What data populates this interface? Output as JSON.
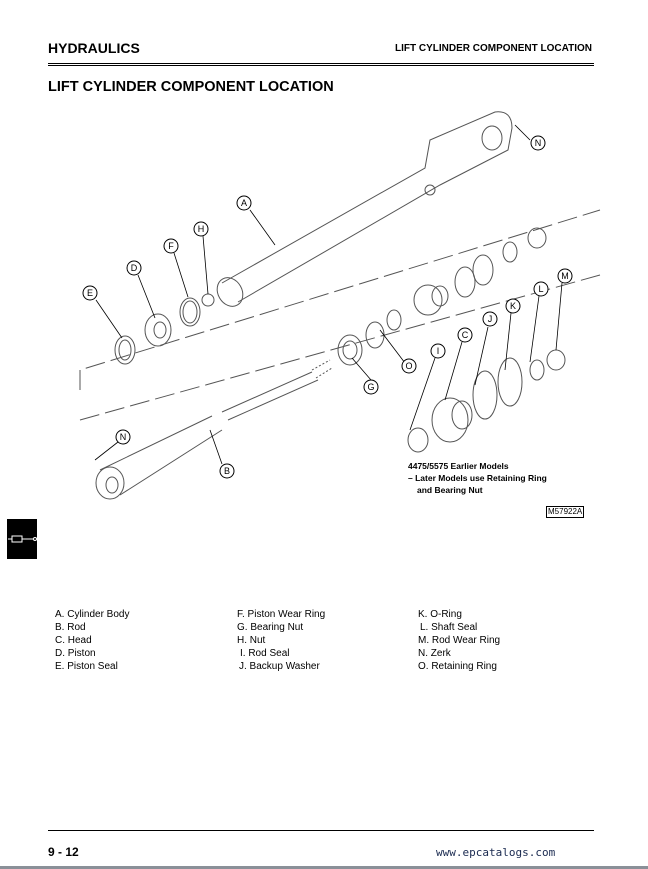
{
  "header": {
    "section": "HYDRAULICS",
    "topic": "LIFT CYLINDER COMPONENT LOCATION"
  },
  "page_title": "LIFT CYLINDER COMPONENT LOCATION",
  "diagram": {
    "callouts": [
      "N",
      "A",
      "H",
      "F",
      "D",
      "E",
      "M",
      "L",
      "K",
      "J",
      "C",
      "I",
      "O",
      "G",
      "N",
      "B"
    ],
    "note": [
      "4475/5575 Earlier Models",
      "– Later Models use Retaining Ring",
      "and Bearing Nut"
    ],
    "figure_id": "M57922A"
  },
  "legend": {
    "col1": [
      "A. Cylinder Body",
      "B. Rod",
      "C. Head",
      "D. Piston",
      "E. Piston Seal"
    ],
    "col2": [
      "F. Piston Wear Ring",
      "G. Bearing Nut",
      "H. Nut",
      "I. Rod Seal",
      "J. Backup Washer"
    ],
    "col3": [
      "K. O-Ring",
      "L. Shaft Seal",
      "M. Rod Wear Ring",
      "N. Zerk",
      "O. Retaining Ring"
    ]
  },
  "footer": {
    "page_number": "9 - 12",
    "url": "www.epcatalogs.com"
  }
}
